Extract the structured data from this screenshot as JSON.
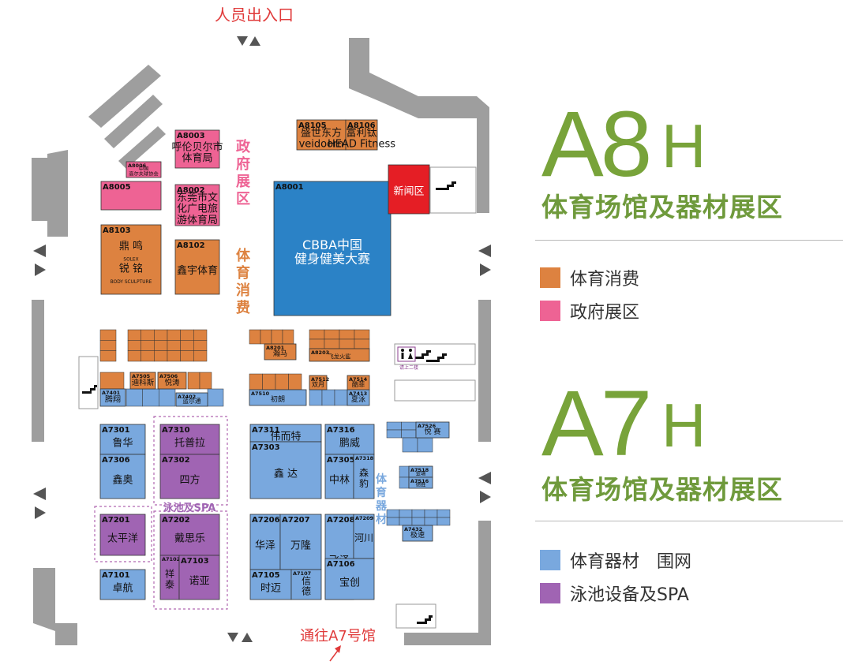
{
  "colors": {
    "orange": "#dd8240",
    "pink": "#ee6394",
    "blue": "#79a8de",
    "purple": "#a064b3",
    "deep_blue": "#2b82c6",
    "red": "#e51e25",
    "green": "#78a33a",
    "wall": "#9e9e9e",
    "label_red": "#e03a3a"
  },
  "labels": {
    "top_entrance": "人员出入口",
    "bottom_passage": "通往A7号馆",
    "gov_vertical": "政府展区",
    "consumer_vertical": "体育消费",
    "equipment_vertical": "体育器材",
    "pool_area": "泳池及SPA",
    "restroom_note": "请上二楼"
  },
  "a8": {
    "code": "A8",
    "suffix": "H",
    "subtitle": "体育场馆及器材展区",
    "legend": [
      {
        "label": "体育消费",
        "color": "#dd8240"
      },
      {
        "label": "政府展区",
        "color": "#ee6394"
      }
    ]
  },
  "a7": {
    "code": "A7",
    "suffix": "H",
    "subtitle": "体育场馆及器材展区",
    "legend": [
      {
        "label": "体育器材　围网",
        "color": "#79a8de"
      },
      {
        "label": "泳池设备及SPA",
        "color": "#a064b3"
      }
    ]
  },
  "booths": [
    {
      "id": "A8003",
      "name": "呼伦贝尔市\n体育局",
      "cat": "pink"
    },
    {
      "id": "A8006",
      "name": "中国\n高尔夫球协会",
      "cat": "pink"
    },
    {
      "id": "A8005",
      "name": "",
      "cat": "pink"
    },
    {
      "id": "A8002",
      "name": "东莞市文\n化广电旅\n游体育局",
      "cat": "pink"
    },
    {
      "id": "A8103",
      "name": "鼎 鸣\nSOLEX\n锐 铭\nBODY SCULPTURE",
      "cat": "orange"
    },
    {
      "id": "A8102",
      "name": "鑫宇体育",
      "cat": "orange"
    },
    {
      "id": "A8105",
      "name": "盛世东方\nveidoorn",
      "cat": "orange"
    },
    {
      "id": "A8106",
      "name": "富利钛\nHEAD Fitness",
      "cat": "orange"
    },
    {
      "id": "A8001",
      "name": "CBBA中国\n健身健美大赛",
      "cat": "deep"
    },
    {
      "id": "",
      "name": "新闻区",
      "cat": "red"
    },
    {
      "id": "A7301",
      "name": "鲁华",
      "cat": "blue"
    },
    {
      "id": "A7306",
      "name": "鑫奥",
      "cat": "blue"
    },
    {
      "id": "A7310",
      "name": "托普拉",
      "cat": "purple"
    },
    {
      "id": "A7302",
      "name": "四方",
      "cat": "purple"
    },
    {
      "id": "A7201",
      "name": "太平洋",
      "cat": "purple"
    },
    {
      "id": "A7202",
      "name": "戴思乐",
      "cat": "purple"
    },
    {
      "id": "A7102",
      "name": "祥\n泰",
      "cat": "purple"
    },
    {
      "id": "A7103",
      "name": "诺亚",
      "cat": "purple"
    },
    {
      "id": "A7101",
      "name": "卓航",
      "cat": "blue"
    },
    {
      "id": "A7311",
      "name": "伟而特",
      "cat": "blue"
    },
    {
      "id": "A7303",
      "name": "鑫 达",
      "cat": "blue"
    },
    {
      "id": "A7206",
      "name": "华泽",
      "cat": "blue"
    },
    {
      "id": "A7207",
      "name": "万隆",
      "cat": "blue"
    },
    {
      "id": "A7105",
      "name": "时迈",
      "cat": "blue"
    },
    {
      "id": "A7107",
      "name": "信\n德",
      "cat": "blue"
    },
    {
      "id": "A7316",
      "name": "鹏威",
      "cat": "blue"
    },
    {
      "id": "A7305",
      "name": "中林",
      "cat": "blue"
    },
    {
      "id": "A7318",
      "name": "森\n豹",
      "cat": "blue"
    },
    {
      "id": "A7208",
      "name": "飞泽",
      "cat": "blue"
    },
    {
      "id": "A7209",
      "name": "河川",
      "cat": "blue"
    },
    {
      "id": "A7106",
      "name": "宝创",
      "cat": "blue"
    },
    {
      "id": "A7526",
      "name": "悦 赛",
      "cat": "blue"
    },
    {
      "id": "A7518",
      "name": "金瑞",
      "cat": "blue"
    },
    {
      "id": "A7516",
      "name": "德胜",
      "cat": "blue"
    },
    {
      "id": "A7432",
      "name": "极速",
      "cat": "blue"
    },
    {
      "id": "A7510",
      "name": "初朗",
      "cat": "blue"
    },
    {
      "id": "A7413",
      "name": "夏泳",
      "cat": "blue"
    },
    {
      "id": "A7401",
      "name": "腾翔",
      "cat": "blue"
    },
    {
      "id": "A7402",
      "name": "蓝尔通",
      "cat": "blue"
    },
    {
      "id": "A7505",
      "name": "迪科斯",
      "cat": "orange"
    },
    {
      "id": "A7506",
      "name": "悦涛",
      "cat": "orange"
    },
    {
      "id": "A7512",
      "name": "双月",
      "cat": "orange"
    },
    {
      "id": "A7514",
      "name": "酷菲",
      "cat": "orange"
    },
    {
      "id": "A8201",
      "name": "瀚马",
      "cat": "orange"
    },
    {
      "id": "A8203",
      "name": "飞龙火鲨",
      "cat": "orange"
    }
  ]
}
